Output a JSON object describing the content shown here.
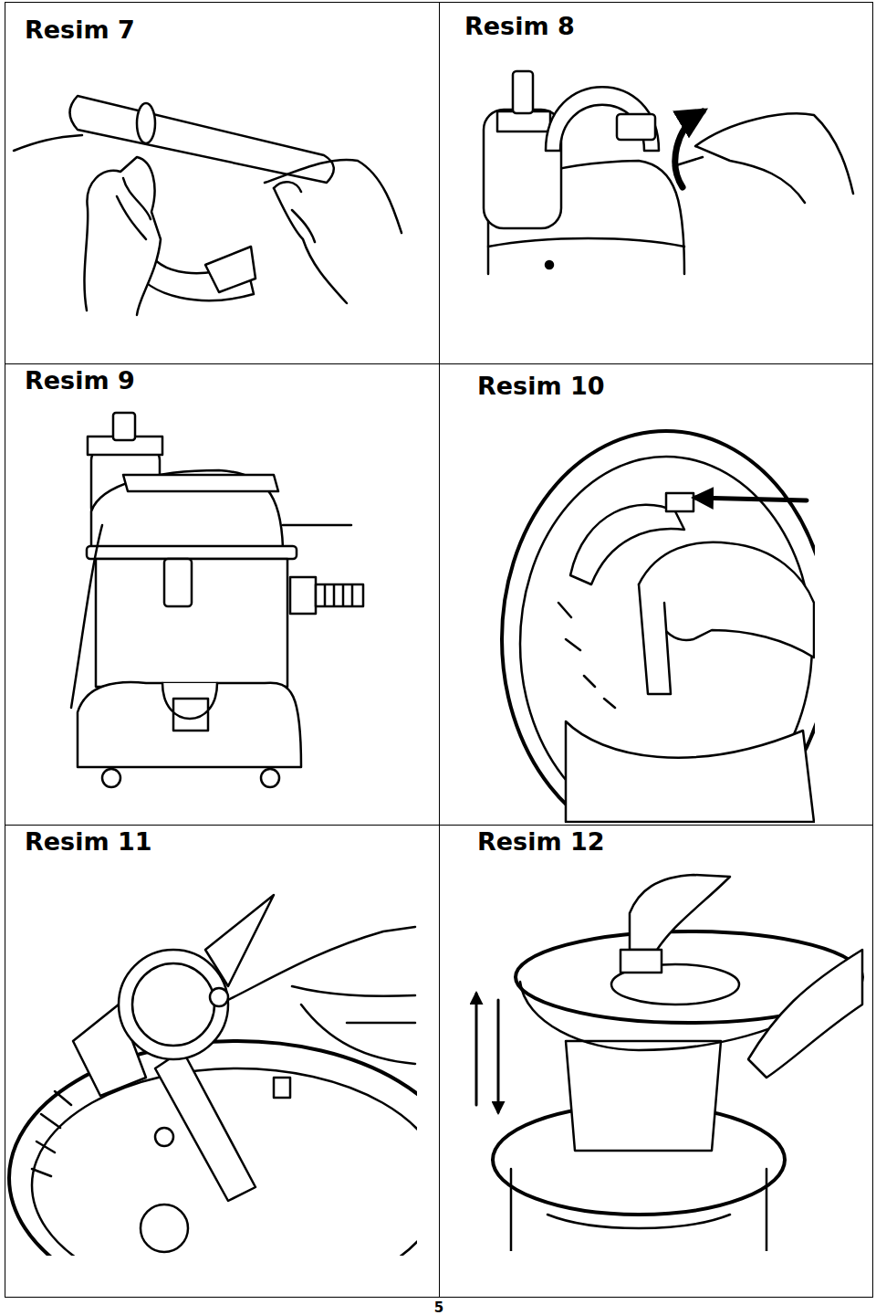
{
  "diagram": {
    "nodes": [
      {
        "text": [
          "Resim 7"
        ]
      },
      {
        "text": [
          "Resim 8"
        ]
      },
      {
        "text": [
          "Resim 9"
        ]
      },
      {
        "text": [
          "Resim 10"
        ]
      },
      {
        "text": [
          "Resim 11"
        ]
      },
      {
        "text": [
          "Resim 12"
        ]
      }
    ],
    "labels": [
      "5"
    ]
  }
}
